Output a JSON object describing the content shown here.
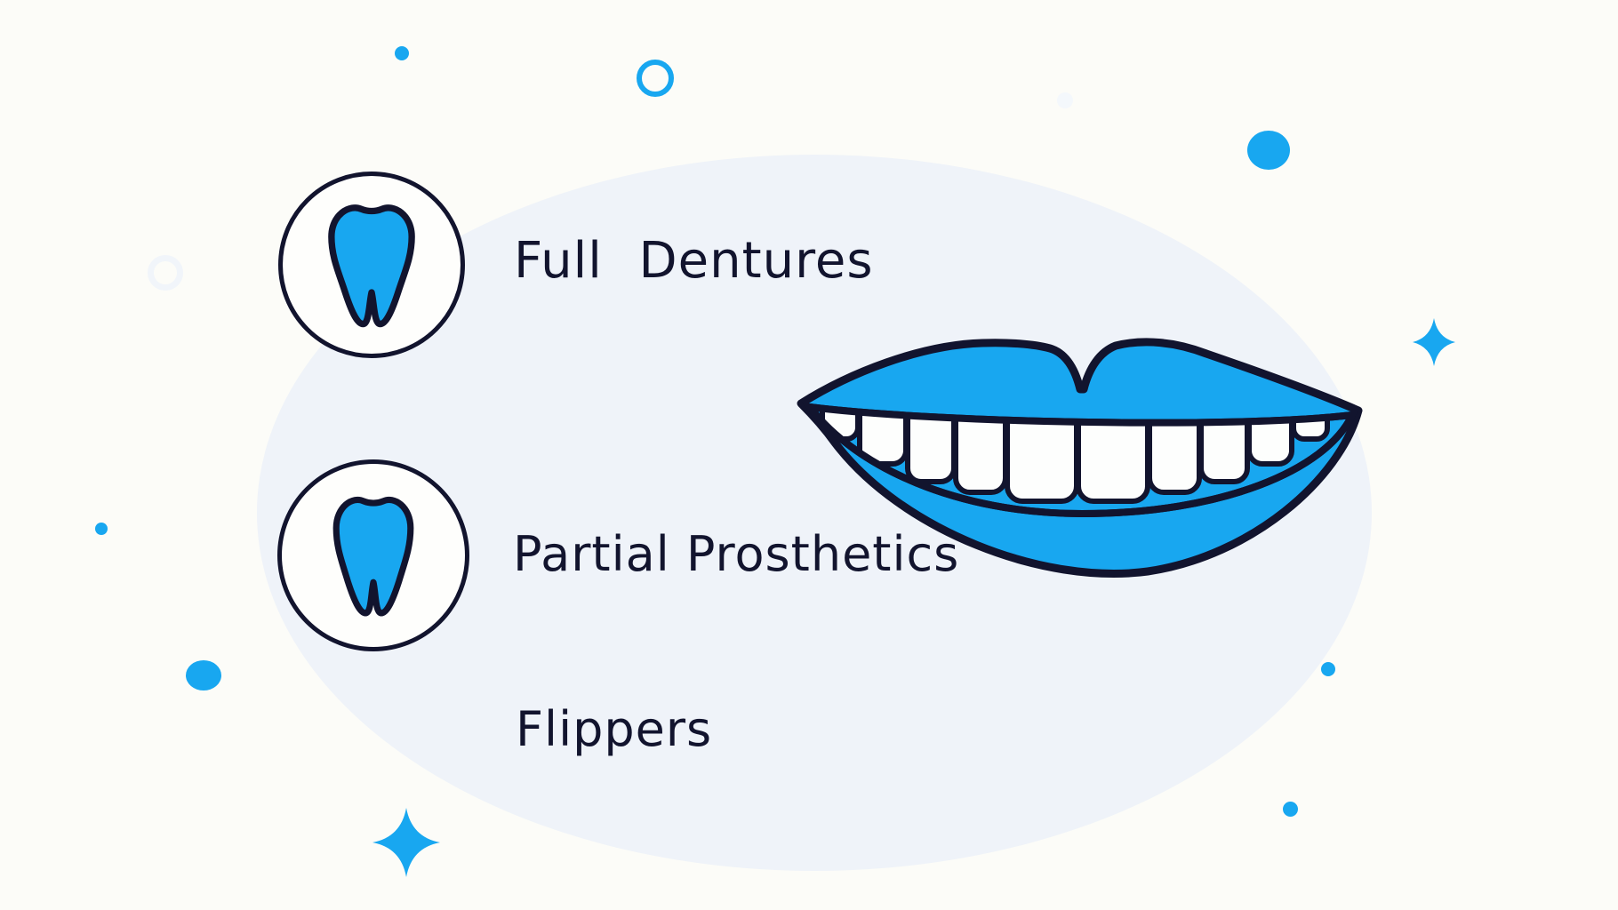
{
  "labels": {
    "item1": "Full Dentures",
    "item2": "Partial Prosthetics",
    "item3": "Flippers"
  },
  "icons": {
    "item1_icon": "tooth-icon",
    "item2_icon": "tooth-icon",
    "illustration": "smiling-mouth-icon",
    "decorations": [
      "dot-icon",
      "ring-icon",
      "sparkle-icon"
    ]
  },
  "colors": {
    "accent_blue": "#18A7F0",
    "outline_navy": "#12142E",
    "page_background": "#FCFCF8",
    "blob_background": "#EFF3F9",
    "faint_blue": "#F2F6FB",
    "teeth_white": "#FDFEFD"
  }
}
